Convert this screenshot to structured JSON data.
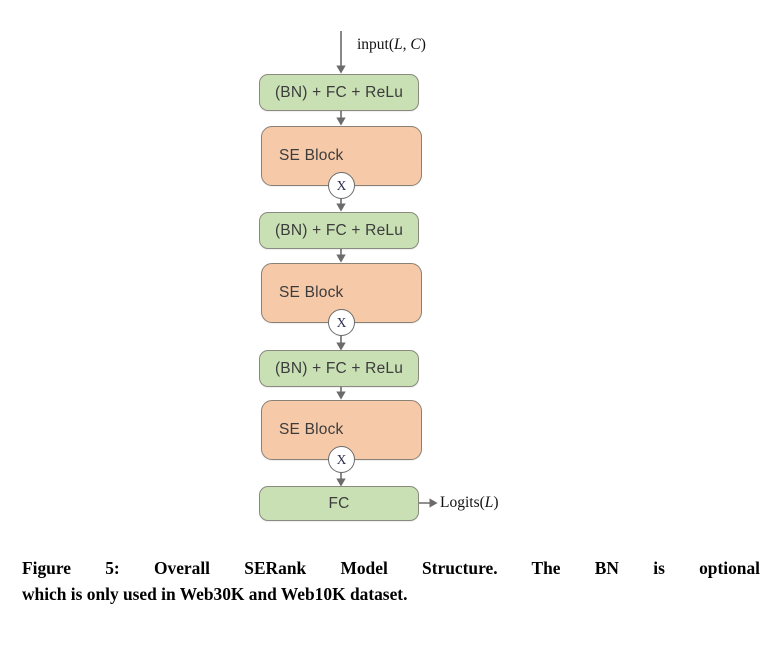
{
  "figure": {
    "input_label_prefix": "input(",
    "input_label_var1": "L",
    "input_label_sep": ", ",
    "input_label_var2": "C",
    "input_label_suffix": ")",
    "output_label_prefix": "Logits(",
    "output_label_var": "L",
    "output_label_suffix": ")",
    "multiply_symbol": "X",
    "colors": {
      "green_fill": "#c9e0b4",
      "orange_fill": "#f6c9a8",
      "stroke": "#857f75",
      "arrow": "#6b6b6b",
      "text": "#3c3c3c"
    },
    "blocks": [
      {
        "id": "bn-fc-relu-1",
        "label": "(BN) + FC + ReLu",
        "type": "green"
      },
      {
        "id": "se-block-1",
        "label": "SE Block",
        "type": "orange"
      },
      {
        "id": "bn-fc-relu-2",
        "label": "(BN) + FC + ReLu",
        "type": "green"
      },
      {
        "id": "se-block-2",
        "label": "SE Block",
        "type": "orange"
      },
      {
        "id": "bn-fc-relu-3",
        "label": "(BN) + FC + ReLu",
        "type": "green"
      },
      {
        "id": "se-block-3",
        "label": "SE Block",
        "type": "orange"
      },
      {
        "id": "fc-final",
        "label": "FC",
        "type": "green"
      }
    ]
  },
  "caption": {
    "line1": "Figure 5: Overall SERank Model Structure. The BN is optional",
    "line2": "which is only used in Web30K and Web10K dataset."
  }
}
